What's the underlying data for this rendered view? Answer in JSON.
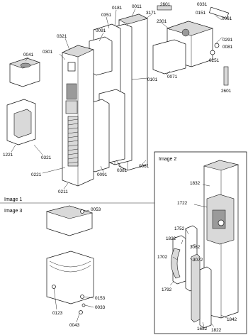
{
  "insets": {
    "image1": "Image 1",
    "image2": "Image 2",
    "image3": "Image 3"
  },
  "labels": {
    "p0011": "0011",
    "p0181": "0181",
    "p0351": "0351",
    "p0091_top": "0091",
    "p0321_top": "0321",
    "p0301": "0301",
    "p0041": "0041",
    "p3171": "3171",
    "p2601_top": "2601",
    "p0331": "0331",
    "p0151": "0151",
    "p0061_tr": "0061",
    "p2301": "2301",
    "p0291": "0291",
    "p0081": "0081",
    "p0251": "0251",
    "p0071": "0071",
    "p2601_bot": "2601",
    "p0101": "0101",
    "p1221": "1221",
    "p0321_bot": "0321",
    "p0221": "0221",
    "p0211": "0211",
    "p0091_bot": "0091",
    "p0381": "0381",
    "p0061_mid": "0061",
    "p0053": "0053",
    "p0153": "0153",
    "p0033": "0033",
    "p0123": "0123",
    "p0043": "0043",
    "p1832": "1832",
    "p1722": "1722",
    "p1752": "1752",
    "p1822_mid": "1822",
    "p3062": "3062",
    "p1702": "1702",
    "p3072": "3072",
    "p1792": "1792",
    "p1682": "1682",
    "p1822_bot": "1822",
    "p1842": "1842"
  }
}
